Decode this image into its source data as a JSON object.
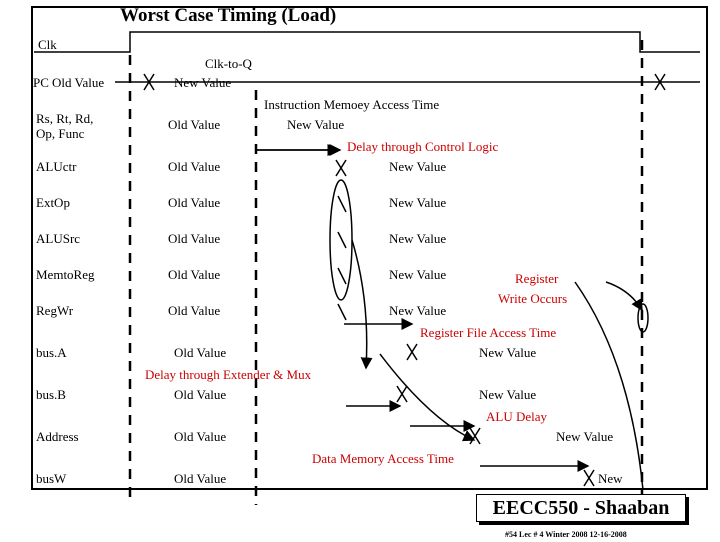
{
  "title": "Worst Case Timing (Load)",
  "signals": {
    "clk": "Clk",
    "pc": "PC",
    "rs": "Rs, Rt, Rd,",
    "rs2": "Op, Func",
    "aluctr": "ALUctr",
    "extop": "ExtOp",
    "alusrc": "ALUSrc",
    "memtoreg": "MemtoReg",
    "regwr": "RegWr",
    "busa": "bus.A",
    "busb": "bus.B",
    "address": "Address",
    "busw": "busW"
  },
  "values": {
    "old": "Old Value",
    "new": "New Value",
    "new_short": "New"
  },
  "annotations": {
    "clk_to_q": "Clk-to-Q",
    "imem": "Instruction Memoey Access Time",
    "ctrl_logic": "Delay through Control Logic",
    "reg_write_1": "Register",
    "reg_write_2": "Write Occurs",
    "regfile": "Register File Access Time",
    "extender": "Delay through Extender & Mux",
    "alu": "ALU Delay",
    "dmem": "Data Memory Access Time"
  },
  "colors": {
    "annotation": "#cc0000",
    "line": "#000000"
  },
  "footer": {
    "title": "EECC550 - Shaaban",
    "sub": "#54   Lec # 4   Winter 2008  12-16-2008"
  }
}
